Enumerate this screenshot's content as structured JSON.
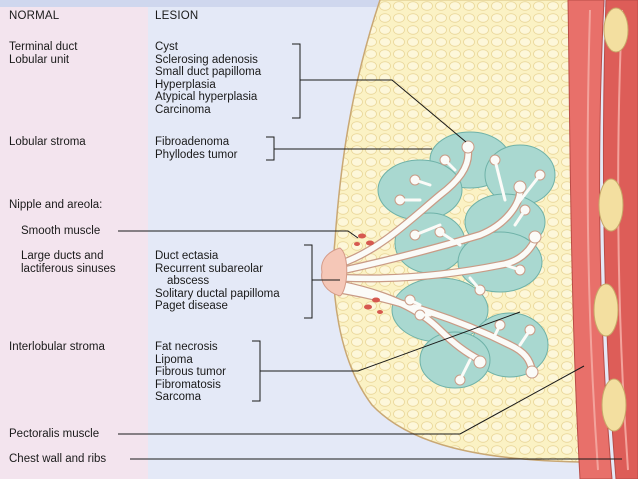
{
  "headers": {
    "normal": "NORMAL",
    "lesion": "LESION"
  },
  "normal_labels": {
    "terminal_duct": [
      "Terminal duct",
      "Lobular unit"
    ],
    "lobular_stroma": "Lobular stroma",
    "nipple_areola": "Nipple and areola:",
    "smooth_muscle": "Smooth muscle",
    "large_ducts": [
      "Large ducts and",
      "lactiferous sinuses"
    ],
    "interlobular_stroma": "Interlobular stroma",
    "pectoralis": "Pectoralis muscle",
    "chest_wall": "Chest wall and ribs"
  },
  "lesion_groups": {
    "terminal_duct": [
      "Cyst",
      "Sclerosing adenosis",
      "Small duct papilloma",
      "Hyperplasia",
      "Atypical hyperplasia",
      "Carcinoma"
    ],
    "lobular_stroma": [
      "Fibroadenoma",
      "Phyllodes tumor"
    ],
    "large_ducts": [
      "Duct ectasia",
      "Recurrent subareolar",
      "abscess",
      "Solitary ductal papilloma",
      "Paget disease"
    ],
    "interlobular_stroma": [
      "Fat necrosis",
      "Lipoma",
      "Fibrous tumor",
      "Fibromatosis",
      "Sarcoma"
    ]
  },
  "colors": {
    "normal_panel": "#f3e4ee",
    "lesion_panel": "#e4e9f7",
    "fat": "#fbf2c4",
    "lobule": "#a9d8d0",
    "duct": "#fbfbf8",
    "muscle": "#e8706a",
    "rib": "#f3dfa0",
    "nipple": "#f5c7b7"
  }
}
